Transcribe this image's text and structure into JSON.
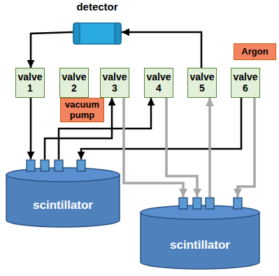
{
  "diagram": {
    "nodes": [
      {
        "text": [
          "detector"
        ]
      },
      {
        "text": [
          "Argon"
        ]
      },
      {
        "text": [
          "valve 1"
        ]
      },
      {
        "text": [
          "valve 2"
        ]
      },
      {
        "text": [
          "valve 3"
        ]
      },
      {
        "text": [
          "valve 4"
        ]
      },
      {
        "text": [
          "valve 5"
        ]
      },
      {
        "text": [
          "valve 6"
        ]
      },
      {
        "text": [
          "vacuum pump"
        ]
      },
      {
        "text": [
          "scintillator"
        ]
      },
      {
        "text": [
          "scintillator"
        ]
      }
    ],
    "edges": [
      {
        "from": 6,
        "to": 0,
        "arrow": "to"
      },
      {
        "from": 0,
        "to": 2,
        "arrow": "to"
      },
      {
        "from": 2,
        "to": 9,
        "arrow": "to"
      },
      {
        "from": 9,
        "to": 4,
        "arrow": "to"
      },
      {
        "from": 9,
        "to": 5,
        "arrow": "to"
      },
      {
        "from": 7,
        "to": 9,
        "arrow": "to"
      },
      {
        "from": 4,
        "to": 10,
        "arrow": "to"
      },
      {
        "from": 5,
        "to": 10,
        "arrow": "to"
      },
      {
        "from": 10,
        "to": 6,
        "arrow": "to"
      },
      {
        "from": 7,
        "to": 10,
        "arrow": "to"
      }
    ]
  }
}
